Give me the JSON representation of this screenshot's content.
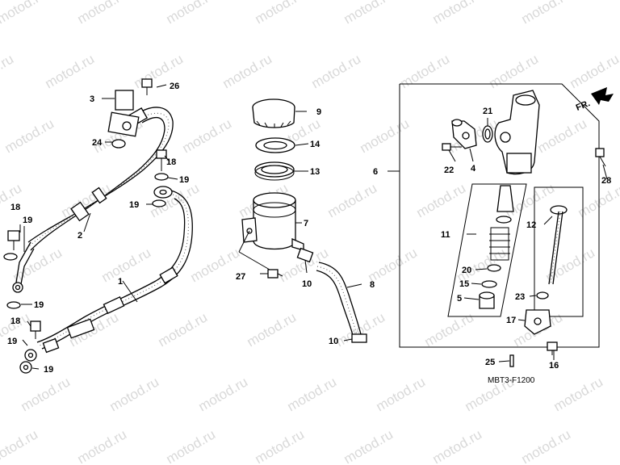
{
  "watermark": {
    "text": "motod.ru"
  },
  "diagram_code": "MBT3-F1200",
  "front_label": "FR.",
  "callouts": {
    "c1": "1",
    "c2": "2",
    "c3": "3",
    "c4": "4",
    "c5": "5",
    "c6": "6",
    "c7": "7",
    "c8": "8",
    "c9": "9",
    "c10a": "10",
    "c10b": "10",
    "c11": "11",
    "c12": "12",
    "c13": "13",
    "c14": "14",
    "c15": "15",
    "c16": "16",
    "c17": "17",
    "c18a": "18",
    "c18b": "18",
    "c18c": "18",
    "c19a": "19",
    "c19b": "19",
    "c19c": "19",
    "c19d": "19",
    "c19e": "19",
    "c19f": "19",
    "c20": "20",
    "c21": "21",
    "c22": "22",
    "c23": "23",
    "c24": "24",
    "c25": "25",
    "c26": "26",
    "c27": "27",
    "c28": "28"
  },
  "colors": {
    "line": "#000000",
    "watermark": "#d9d9d9",
    "background": "#ffffff"
  }
}
